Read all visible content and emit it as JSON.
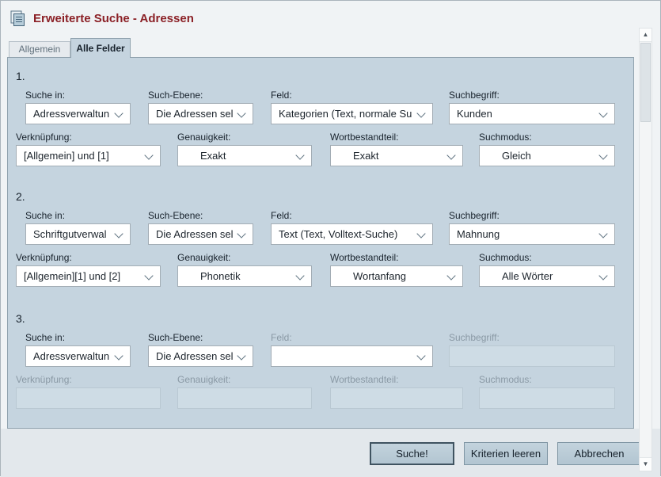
{
  "window": {
    "title": "Erweiterte Suche - Adressen"
  },
  "tabs": [
    {
      "label": "Allgemein",
      "active": false
    },
    {
      "label": "Alle Felder",
      "active": true
    }
  ],
  "sections": [
    {
      "number": "1.",
      "row1": [
        {
          "label": "Suche in:",
          "value": "Adressverwaltun"
        },
        {
          "label": "Such-Ebene:",
          "value": "Die Adressen sel"
        },
        {
          "label": "Feld:",
          "value": "Kategorien (Text, normale Su"
        },
        {
          "label": "Suchbegriff:",
          "value": "Kunden"
        }
      ],
      "row2": [
        {
          "label": "Verknüpfung:",
          "value": "[Allgemein] und [1]"
        },
        {
          "label": "Genauigkeit:",
          "value": "Exakt"
        },
        {
          "label": "Wortbestandteil:",
          "value": "Exakt"
        },
        {
          "label": "Suchmodus:",
          "value": "Gleich"
        }
      ]
    },
    {
      "number": "2.",
      "row1": [
        {
          "label": "Suche in:",
          "value": "Schriftgutverwal"
        },
        {
          "label": "Such-Ebene:",
          "value": "Die Adressen sel"
        },
        {
          "label": "Feld:",
          "value": "Text (Text, Volltext-Suche)"
        },
        {
          "label": "Suchbegriff:",
          "value": "Mahnung"
        }
      ],
      "row2": [
        {
          "label": "Verknüpfung:",
          "value": "[Allgemein][1] und [2]"
        },
        {
          "label": "Genauigkeit:",
          "value": "Phonetik"
        },
        {
          "label": "Wortbestandteil:",
          "value": "Wortanfang"
        },
        {
          "label": "Suchmodus:",
          "value": "Alle Wörter"
        }
      ]
    },
    {
      "number": "3.",
      "row1": [
        {
          "label": "Suche in:",
          "value": "Adressverwaltun"
        },
        {
          "label": "Such-Ebene:",
          "value": "Die Adressen sel"
        },
        {
          "label": "Feld:",
          "value": ""
        },
        {
          "label": "Suchbegriff:",
          "value": ""
        }
      ],
      "row2": [
        {
          "label": "Verknüpfung:",
          "value": ""
        },
        {
          "label": "Genauigkeit:",
          "value": ""
        },
        {
          "label": "Wortbestandteil:",
          "value": ""
        },
        {
          "label": "Suchmodus:",
          "value": ""
        }
      ]
    }
  ],
  "buttons": [
    {
      "label": "Suche!"
    },
    {
      "label": "Kriterien leeren"
    },
    {
      "label": "Abbrechen"
    }
  ],
  "colors": {
    "title": "#8b2026",
    "panel": "#c5d4df"
  }
}
